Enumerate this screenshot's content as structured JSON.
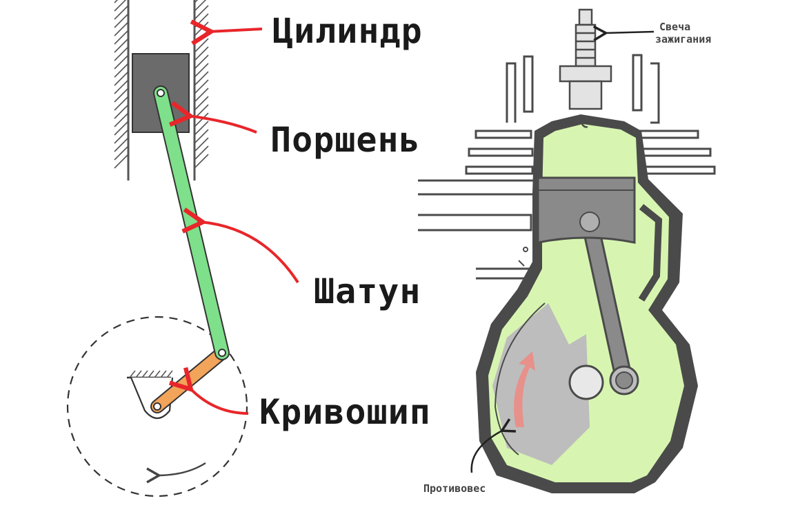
{
  "labels": {
    "cylinder": "Цилиндр",
    "piston": "Поршень",
    "connecting_rod": "Шатун",
    "crank": "Кривошип",
    "spark_plug_line1": "Свеча",
    "spark_plug_line2": "зажигания",
    "counterweight": "Противовес"
  },
  "colors": {
    "arrow": "#e8262a",
    "rod_green": "#7ee08a",
    "crank_orange": "#f2a45a",
    "piston_gray": "#6b6b6b",
    "engine_fill": "#d7f5b0",
    "engine_outline": "#4a4a4a",
    "counterweight_gray": "#bdbdbd",
    "rotation_arrow": "#e8908a"
  }
}
